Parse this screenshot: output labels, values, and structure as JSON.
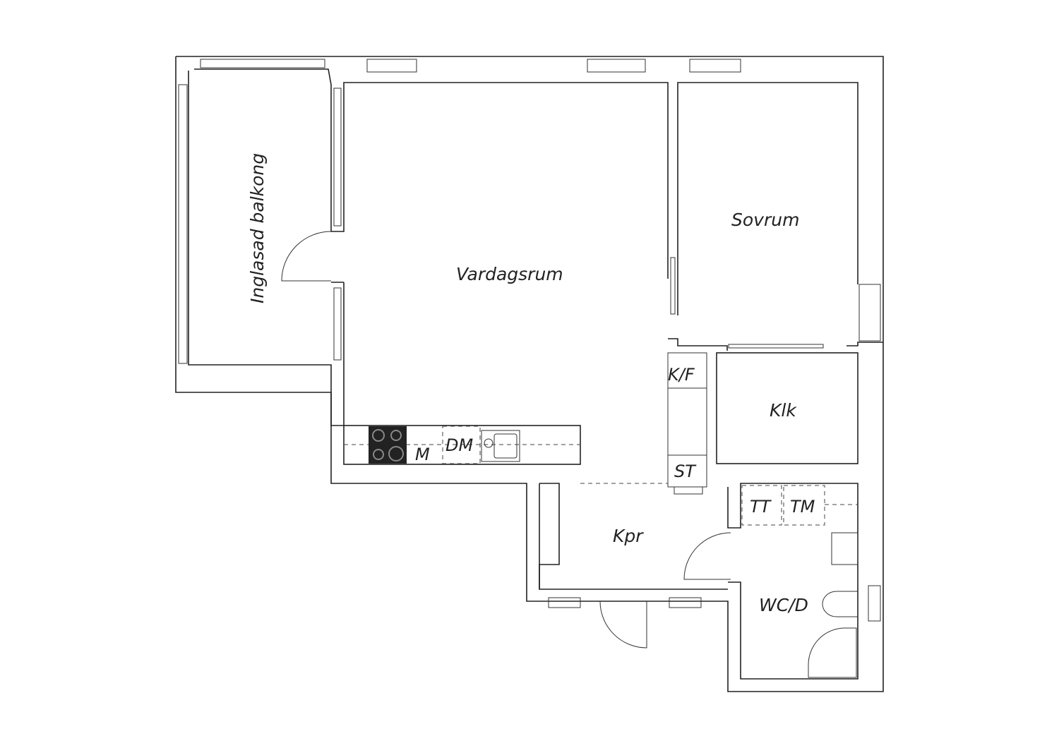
{
  "rooms": {
    "balcony": "Inglasad balkong",
    "living": "Vardagsrum",
    "bedroom": "Sovrum",
    "closet": "Klk",
    "hall": "Kpr",
    "bathroom": "WC/D"
  },
  "fixtures": {
    "fridge_freezer": "K/F",
    "storage": "ST",
    "microwave": "M",
    "dishwasher": "DM",
    "dryer": "TT",
    "washer": "TM"
  }
}
